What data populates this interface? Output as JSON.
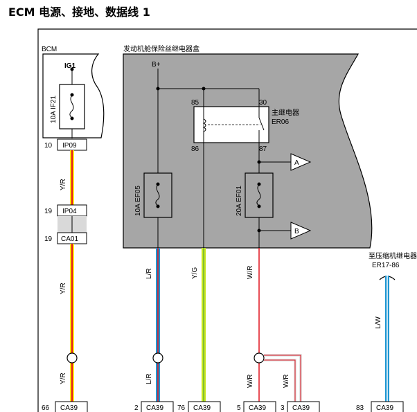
{
  "title": "ECM 电源、接地、数据线 1",
  "bcm": {
    "label": "BCM",
    "ig_label": "IG1",
    "fuse_label": "10A IF21",
    "pin": "10",
    "connector": "IP09"
  },
  "relay_box": {
    "label": "发动机舱保险丝继电器盒",
    "supply": "B+",
    "relay_name": "主继电器",
    "relay_id": "ER06",
    "pin_85": "85",
    "pin_86": "86",
    "pin_30": "30",
    "pin_87": "87",
    "fuse_ef05": "10A EF05",
    "fuse_ef01": "20A EF01",
    "arrow_a": "A",
    "arrow_b": "B"
  },
  "inline_connectors": [
    {
      "pin": "19",
      "name": "IP04"
    },
    {
      "pin": "19",
      "name": "CA01"
    }
  ],
  "compressor_relay": {
    "label": "至压缩机继电器",
    "id": "ER17-86"
  },
  "wires": {
    "yr_upper": "Y/R",
    "yr_mid": "Y/R",
    "yr_lower": "Y/R",
    "lr": "L/R",
    "lr_lower": "L/R",
    "yg": "Y/G",
    "wr": "W/R",
    "wr_lower_1": "W/R",
    "wr_lower_2": "W/R",
    "lw": "L/W"
  },
  "bottom_connectors": [
    {
      "pin": "66",
      "name": "CA39"
    },
    {
      "pin": "2",
      "name": "CA39"
    },
    {
      "pin": "76",
      "name": "CA39"
    },
    {
      "pin": "5",
      "name": "CA39"
    },
    {
      "pin": "3",
      "name": "CA39"
    },
    {
      "pin": "83",
      "name": "CA39"
    }
  ],
  "colors": {
    "yellow": "#ffe600",
    "red": "#e0141e",
    "blue": "#1e96d2",
    "green_yellow": "#c8e61e",
    "box_gray": "#a6a6a6",
    "wire_gray": "#d9d9d9"
  }
}
